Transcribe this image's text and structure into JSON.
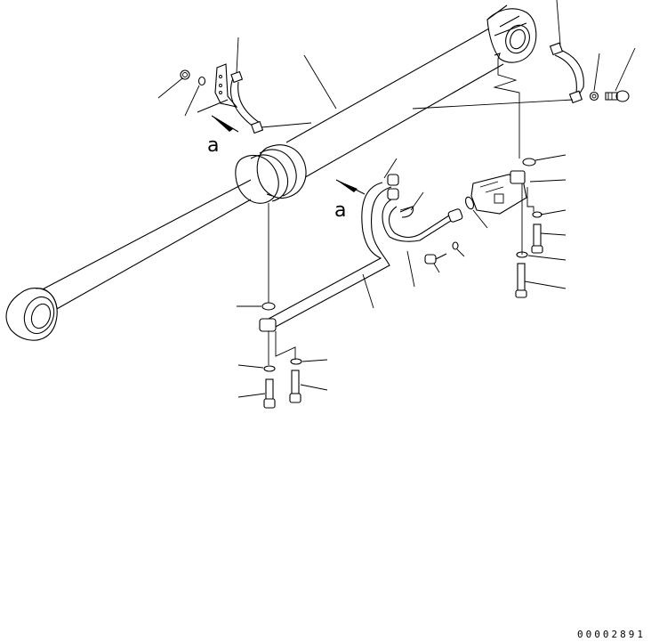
{
  "diagram": {
    "type": "exploded-parts-diagram",
    "subject": "hydraulic cylinder with pipe, clamps and valve",
    "view_labels": [
      "a",
      "a"
    ],
    "drawing_number": "00002891",
    "parts": [
      {
        "id": "cylinder",
        "name": "hydraulic cylinder"
      },
      {
        "id": "clamp-left",
        "name": "clamp band (left)"
      },
      {
        "id": "clamp-right",
        "name": "clamp band (right)"
      },
      {
        "id": "bracket",
        "name": "bracket"
      },
      {
        "id": "nut",
        "name": "nut"
      },
      {
        "id": "washer-top-left",
        "name": "washer"
      },
      {
        "id": "washer-top-right",
        "name": "washer"
      },
      {
        "id": "bolt-top-right",
        "name": "bolt"
      },
      {
        "id": "o-ring-cyl-top",
        "name": "o-ring"
      },
      {
        "id": "o-ring-cyl-mid",
        "name": "o-ring"
      },
      {
        "id": "hose-pipe",
        "name": "tube assembly"
      },
      {
        "id": "u-bolt",
        "name": "u-bolt"
      },
      {
        "id": "valve",
        "name": "valve block"
      },
      {
        "id": "o-ring-valve",
        "name": "o-ring"
      },
      {
        "id": "flange",
        "name": "split flange"
      },
      {
        "id": "bolt-flange",
        "name": "bolt"
      },
      {
        "id": "washer-flange",
        "name": "washer"
      },
      {
        "id": "bolts-lower",
        "name": "bolts"
      },
      {
        "id": "washers-lower",
        "name": "washers"
      }
    ]
  }
}
